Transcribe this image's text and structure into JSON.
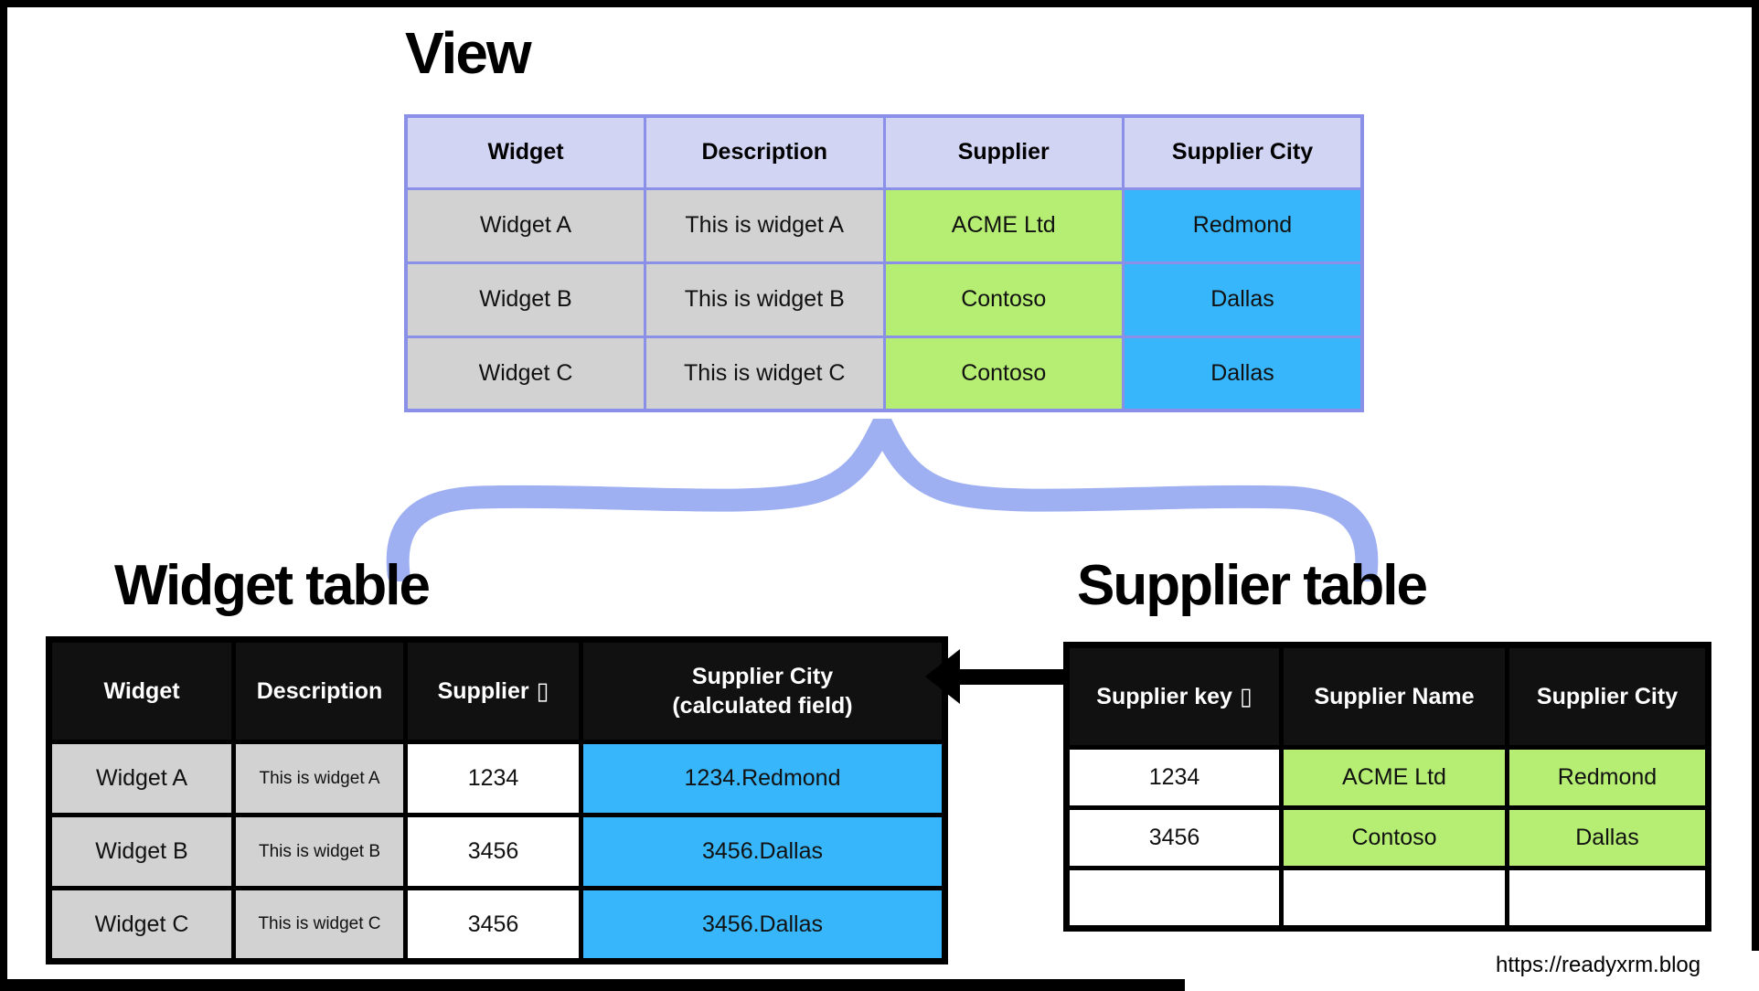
{
  "colors": {
    "view_header_bg": "#d2d4f3",
    "view_border": "#8a8fe8",
    "gray_cell": "#d2d2d2",
    "green_cell": "#b5ee72",
    "blue_cell": "#38b6fb",
    "brace": "#9fb0f2",
    "table_header_black": "#111111"
  },
  "icons": {
    "missing_glyph": "▯"
  },
  "view": {
    "title": "View",
    "headers": [
      "Widget",
      "Description",
      "Supplier",
      "Supplier City"
    ],
    "rows": [
      [
        "Widget A",
        "This is widget A",
        "ACME Ltd",
        "Redmond"
      ],
      [
        "Widget B",
        "This is widget B",
        "Contoso",
        "Dallas"
      ],
      [
        "Widget C",
        "This is widget C",
        "Contoso",
        "Dallas"
      ]
    ]
  },
  "widget_table": {
    "title": "Widget table",
    "headers": {
      "col1": "Widget",
      "col2": "Description",
      "col3": "Supplier",
      "col4_line1": "Supplier City",
      "col4_line2": "(calculated field)"
    },
    "rows": [
      [
        "Widget A",
        "This is widget A",
        "1234",
        "1234.Redmond"
      ],
      [
        "Widget B",
        "This is widget B",
        "3456",
        "3456.Dallas"
      ],
      [
        "Widget C",
        "This is widget C",
        "3456",
        "3456.Dallas"
      ]
    ]
  },
  "supplier_table": {
    "title": "Supplier table",
    "headers": {
      "col1": "Supplier key",
      "col2": "Supplier Name",
      "col3": "Supplier City"
    },
    "rows": [
      [
        "1234",
        "ACME Ltd",
        "Redmond"
      ],
      [
        "3456",
        "Contoso",
        "Dallas"
      ],
      [
        "",
        "",
        ""
      ]
    ]
  },
  "credit": {
    "url_text": "https://readyxrm.blog"
  }
}
